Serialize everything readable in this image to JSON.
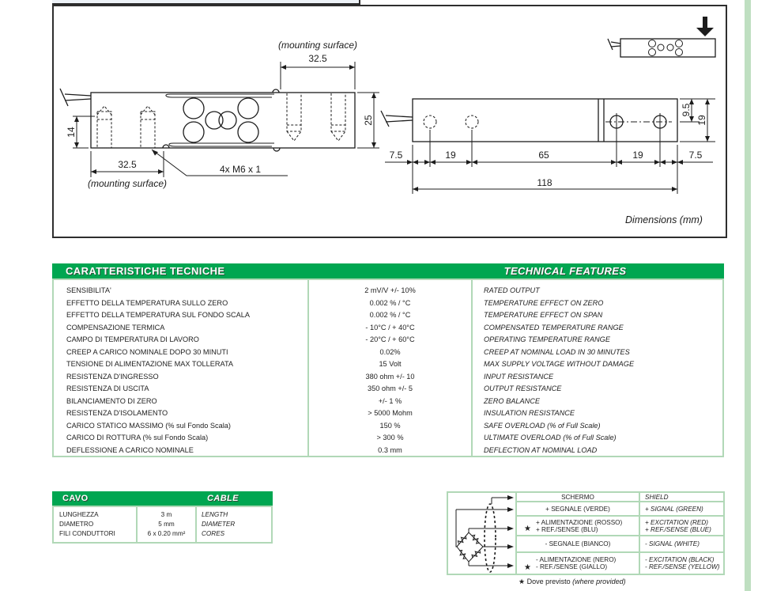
{
  "colors": {
    "green": "#00a651",
    "pale_green": "#b1d8b7",
    "line": "#1c1c1c"
  },
  "drawing": {
    "note": "Dimensions (mm)",
    "top_view": {
      "mounting_top": "(mounting surface)",
      "dim_top": "32.5",
      "dim_width": "25",
      "dim_hole": "14",
      "dim_bottom": "32.5",
      "mounting_bottom": "(mounting surface)",
      "thread": "4x M6 x 1"
    },
    "side_view": {
      "dims": [
        "7.5",
        "19",
        "65",
        "19",
        "7.5"
      ],
      "total": "118",
      "dim_95": "9.5",
      "dim_19": "19"
    }
  },
  "tech": {
    "title_it": "CARATTERISTICHE TECNICHE",
    "title_en": "TECHNICAL FEATURES",
    "rows": [
      {
        "it": "SENSIBILITA'",
        "val": "2 mV/V  +/- 10%",
        "en": "RATED OUTPUT"
      },
      {
        "it": "EFFETTO DELLA TEMPERATURA SULLO ZERO",
        "val": "0.002 % / °C",
        "en": "TEMPERATURE EFFECT ON ZERO"
      },
      {
        "it": "EFFETTO DELLA TEMPERATURA SUL FONDO SCALA",
        "val": "0.002 % / °C",
        "en": "TEMPERATURE EFFECT ON SPAN"
      },
      {
        "it": "COMPENSAZIONE TERMICA",
        "val": "- 10°C / + 40°C",
        "en": "COMPENSATED TEMPERATURE RANGE"
      },
      {
        "it": "CAMPO DI TEMPERATURA DI LAVORO",
        "val": "- 20°C / + 60°C",
        "en": "OPERATING TEMPERATURE RANGE"
      },
      {
        "it": "CREEP A CARICO NOMINALE DOPO 30 MINUTI",
        "val": "0.02%",
        "en": "CREEP AT NOMINAL LOAD IN 30 MINUTES"
      },
      {
        "it": "TENSIONE DI ALIMENTAZIONE MAX TOLLERATA",
        "val": "15 Volt",
        "en": "MAX SUPPLY VOLTAGE WITHOUT DAMAGE"
      },
      {
        "it": "RESISTENZA D'INGRESSO",
        "val": "380 ohm +/- 10",
        "en": "INPUT RESISTANCE"
      },
      {
        "it": "RESISTENZA DI USCITA",
        "val": "350 ohm +/- 5",
        "en": "OUTPUT RESISTANCE"
      },
      {
        "it": "BILANCIAMENTO DI ZERO",
        "val": "+/- 1 %",
        "en": "ZERO BALANCE"
      },
      {
        "it": "RESISTENZA D'ISOLAMENTO",
        "val": "> 5000 Mohm",
        "en": "INSULATION RESISTANCE"
      },
      {
        "it": "CARICO STATICO MASSIMO (% sul Fondo Scala)",
        "val": "150 %",
        "en": "SAFE OVERLOAD (% of Full Scale)"
      },
      {
        "it": "CARICO DI ROTTURA (% sul Fondo Scala)",
        "val": "> 300 %",
        "en": "ULTIMATE OVERLOAD (% of Full Scale)"
      },
      {
        "it": "DEFLESSIONE A CARICO NOMINALE",
        "val": "0.3 mm",
        "en": "DEFLECTION AT NOMINAL LOAD"
      }
    ]
  },
  "cable": {
    "title_it": "CAVO",
    "title_en": "CABLE",
    "rows": [
      {
        "it": "LUNGHEZZA",
        "val": "3 m",
        "en": "LENGTH"
      },
      {
        "it": "DIAMETRO",
        "val": "5 mm",
        "en": "DIAMETER"
      },
      {
        "it": "FILI CONDUTTORI",
        "val": "6 x 0.20 mm²",
        "en": "CORES"
      }
    ]
  },
  "wiring": {
    "rows": [
      {
        "it": [
          "SCHERMO"
        ],
        "en": [
          "SHIELD"
        ]
      },
      {
        "it": [
          "+ SEGNALE (VERDE)"
        ],
        "en": [
          "+ SIGNAL (GREEN)"
        ]
      },
      {
        "it": [
          "+ ALIMENTAZIONE (ROSSO)",
          "+ REF./SENSE (BLU)"
        ],
        "en": [
          "+ EXCITATION (RED)",
          "+ REF./SENSE (BLUE)"
        ],
        "star": "★"
      },
      {
        "it": [
          "- SEGNALE (BIANCO)"
        ],
        "en": [
          "- SIGNAL (WHITE)"
        ]
      },
      {
        "it": [
          "- ALIMENTAZIONE (NERO)",
          "- REF./SENSE (GIALLO)"
        ],
        "en": [
          "- EXCITATION (BLACK)",
          "- REF./SENSE (YELLOW)"
        ],
        "star": "★"
      }
    ],
    "note_star": "★",
    "note_text": "Dove previsto",
    "note_italic": "(where provided)"
  }
}
